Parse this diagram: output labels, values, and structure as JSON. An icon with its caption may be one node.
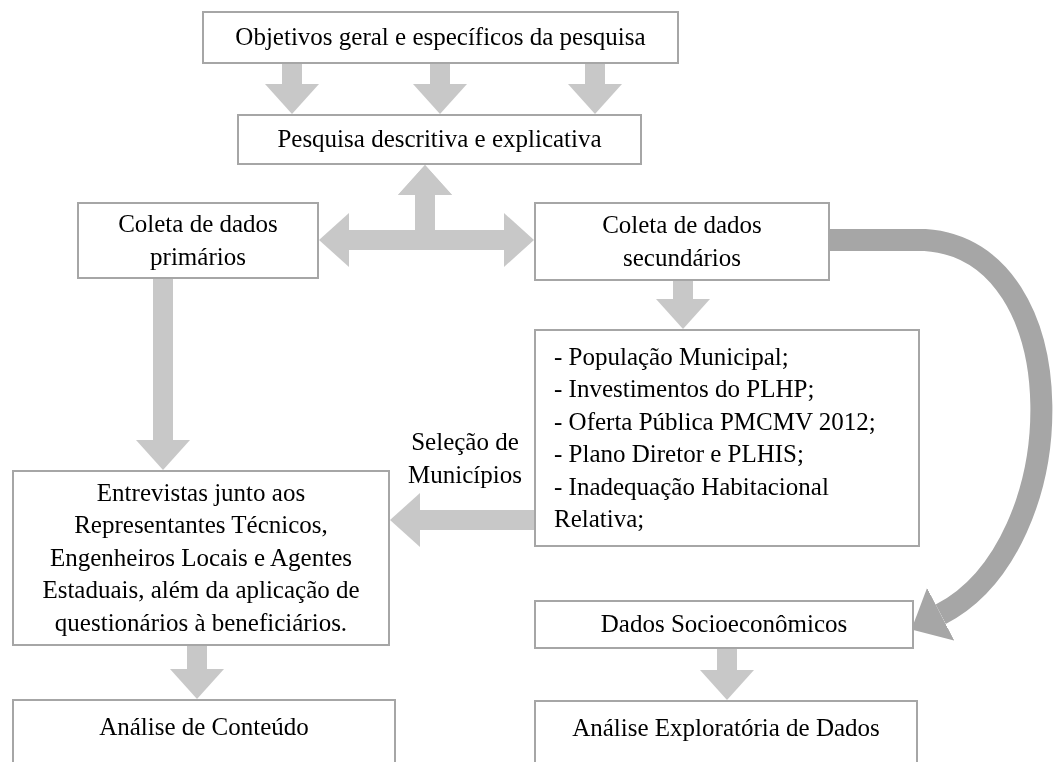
{
  "diagram": {
    "nodes": [
      {
        "text": [
          "Objetivos geral e específicos da pesquisa"
        ]
      },
      {
        "text": [
          "Pesquisa descritiva e explicativa"
        ]
      },
      {
        "text": [
          "Coleta de dados primários"
        ]
      },
      {
        "text": [
          "Coleta de dados secundários"
        ]
      },
      {
        "text": [
          "- População Municipal;",
          "- Investimentos do PLHP;",
          "- Oferta Pública PMCMV 2012;",
          "- Plano Diretor e PLHIS;",
          "- Inadequação Habitacional Relativa;"
        ]
      },
      {
        "text": [
          "Entrevistas junto aos Representantes Técnicos, Engenheiros Locais e Agentes Estaduais, além da aplicação de questionários à beneficiários."
        ]
      },
      {
        "text": [
          "Dados Socioeconômicos"
        ]
      },
      {
        "text": [
          "Análise de Conteúdo"
        ]
      },
      {
        "text": [
          "Análise Exploratória de Dados"
        ]
      }
    ],
    "edges": [
      {
        "from": 0,
        "to": 1,
        "arrow": "to"
      },
      {
        "from": 0,
        "to": 1,
        "arrow": "to"
      },
      {
        "from": 0,
        "to": 1,
        "arrow": "to"
      },
      {
        "from": 1,
        "to": 2,
        "arrow": "both"
      },
      {
        "from": 1,
        "to": 3,
        "arrow": "both"
      },
      {
        "from": 2,
        "to": 5,
        "arrow": "to"
      },
      {
        "from": 3,
        "to": 4,
        "arrow": "to"
      },
      {
        "from": 4,
        "to": 5,
        "arrow": "to",
        "label": "Seleção de Municípios"
      },
      {
        "from": 5,
        "to": 7,
        "arrow": "to"
      },
      {
        "from": 6,
        "to": 8,
        "arrow": "to"
      },
      {
        "from": 3,
        "to": 6,
        "arrow": "to",
        "color": "#a6a6a6"
      }
    ]
  }
}
